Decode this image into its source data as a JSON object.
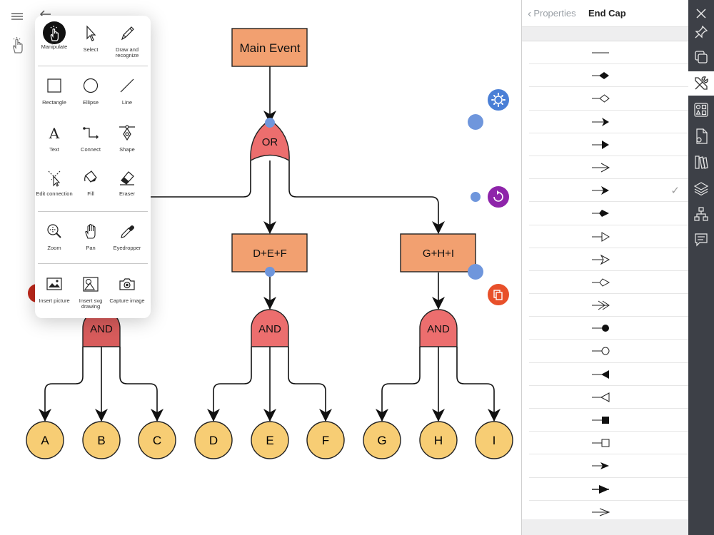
{
  "app": {
    "colors": {
      "accent": "#4a7fd6",
      "event_fill": "#f2a070",
      "gate_fill": "#ec6e6e",
      "gate_fill_dark": "#d85c5c",
      "leaf_fill": "#f7cd74",
      "handle": "#6f96dc",
      "purple": "#8e24aa",
      "orange": "#e8502a",
      "dark_toolbar": "#3d4047"
    }
  },
  "toolbar_left": {
    "menu_icon": "hamburger-icon",
    "back_icon": "back-arrow-icon",
    "manipulate_icon": "hand-pointer-icon"
  },
  "tools": {
    "rows": [
      [
        {
          "id": "manipulate",
          "label": "Manipulate",
          "icon": "hand-pointer-icon",
          "active": true
        },
        {
          "id": "select",
          "label": "Select",
          "icon": "cursor-arrow-icon"
        },
        {
          "id": "draw",
          "label": "Draw and recognize",
          "icon": "pen-icon"
        }
      ],
      [
        {
          "id": "rectangle",
          "label": "Rectangle",
          "icon": "rectangle-icon"
        },
        {
          "id": "ellipse",
          "label": "Ellipse",
          "icon": "ellipse-icon"
        },
        {
          "id": "line",
          "label": "Line",
          "icon": "line-icon"
        }
      ],
      [
        {
          "id": "text",
          "label": "Text",
          "icon": "text-icon"
        },
        {
          "id": "connect",
          "label": "Connect",
          "icon": "connect-icon"
        },
        {
          "id": "shape",
          "label": "Shape",
          "icon": "shape-pen-icon"
        }
      ],
      [
        {
          "id": "edit_connection",
          "label": "Edit connection",
          "icon": "edit-connection-icon"
        },
        {
          "id": "fill",
          "label": "Fill",
          "icon": "paint-bucket-icon"
        },
        {
          "id": "eraser",
          "label": "Eraser",
          "icon": "eraser-icon"
        }
      ],
      [
        {
          "id": "zoom",
          "label": "Zoom",
          "icon": "zoom-icon"
        },
        {
          "id": "pan",
          "label": "Pan",
          "icon": "pan-hand-icon"
        },
        {
          "id": "eyedropper",
          "label": "Eyedropper",
          "icon": "eyedropper-icon"
        }
      ],
      [
        {
          "id": "insert_picture",
          "label": "Insert picture",
          "icon": "picture-icon"
        },
        {
          "id": "insert_svg",
          "label": "Insert svg drawing",
          "icon": "svg-drawing-icon"
        },
        {
          "id": "capture",
          "label": "Capture image",
          "icon": "camera-icon"
        }
      ]
    ]
  },
  "diagram": {
    "main_event": "Main Event",
    "or_gate": "OR",
    "def_box": "D+E+F",
    "ghi_box": "G+H+I",
    "and_gates": [
      "AND",
      "AND",
      "AND"
    ],
    "leaves": [
      "A",
      "B",
      "C",
      "D",
      "E",
      "F",
      "G",
      "H",
      "I"
    ]
  },
  "floating_buttons": {
    "settings_icon": "gear-icon",
    "rotate_icon": "rotate-icon",
    "duplicate_icon": "duplicate-icon"
  },
  "properties": {
    "back_label": "Properties",
    "title": "End Cap",
    "end_caps": [
      {
        "name": "none"
      },
      {
        "name": "filled-diamond"
      },
      {
        "name": "open-diamond"
      },
      {
        "name": "arrow-concave"
      },
      {
        "name": "filled-triangle"
      },
      {
        "name": "open-chevron"
      },
      {
        "name": "arrow-concave-large",
        "selected": true
      },
      {
        "name": "filled-diamond-arrow"
      },
      {
        "name": "open-triangle"
      },
      {
        "name": "open-arrow"
      },
      {
        "name": "open-diamond-arrow"
      },
      {
        "name": "double-chevron"
      },
      {
        "name": "filled-circle"
      },
      {
        "name": "open-circle"
      },
      {
        "name": "reverse-filled-triangle"
      },
      {
        "name": "reverse-open-triangle"
      },
      {
        "name": "filled-square"
      },
      {
        "name": "open-square"
      },
      {
        "name": "arrow-slanted"
      },
      {
        "name": "arrow-slanted-filled"
      },
      {
        "name": "double-open-arrow"
      }
    ],
    "check_glyph": "✓"
  },
  "side_toolbar": {
    "buttons": [
      {
        "id": "close",
        "icon": "close-icon"
      },
      {
        "id": "pin",
        "icon": "pin-icon"
      },
      {
        "id": "duplicate",
        "icon": "copy-icon"
      },
      {
        "id": "tools",
        "icon": "tools-icon",
        "active": true
      },
      {
        "id": "shapes",
        "icon": "shapes-icon"
      },
      {
        "id": "page",
        "icon": "page-settings-icon"
      },
      {
        "id": "styles",
        "icon": "styles-icon"
      },
      {
        "id": "layers",
        "icon": "layers-icon"
      },
      {
        "id": "hierarchy",
        "icon": "hierarchy-icon"
      },
      {
        "id": "comments",
        "icon": "comment-icon"
      }
    ]
  }
}
